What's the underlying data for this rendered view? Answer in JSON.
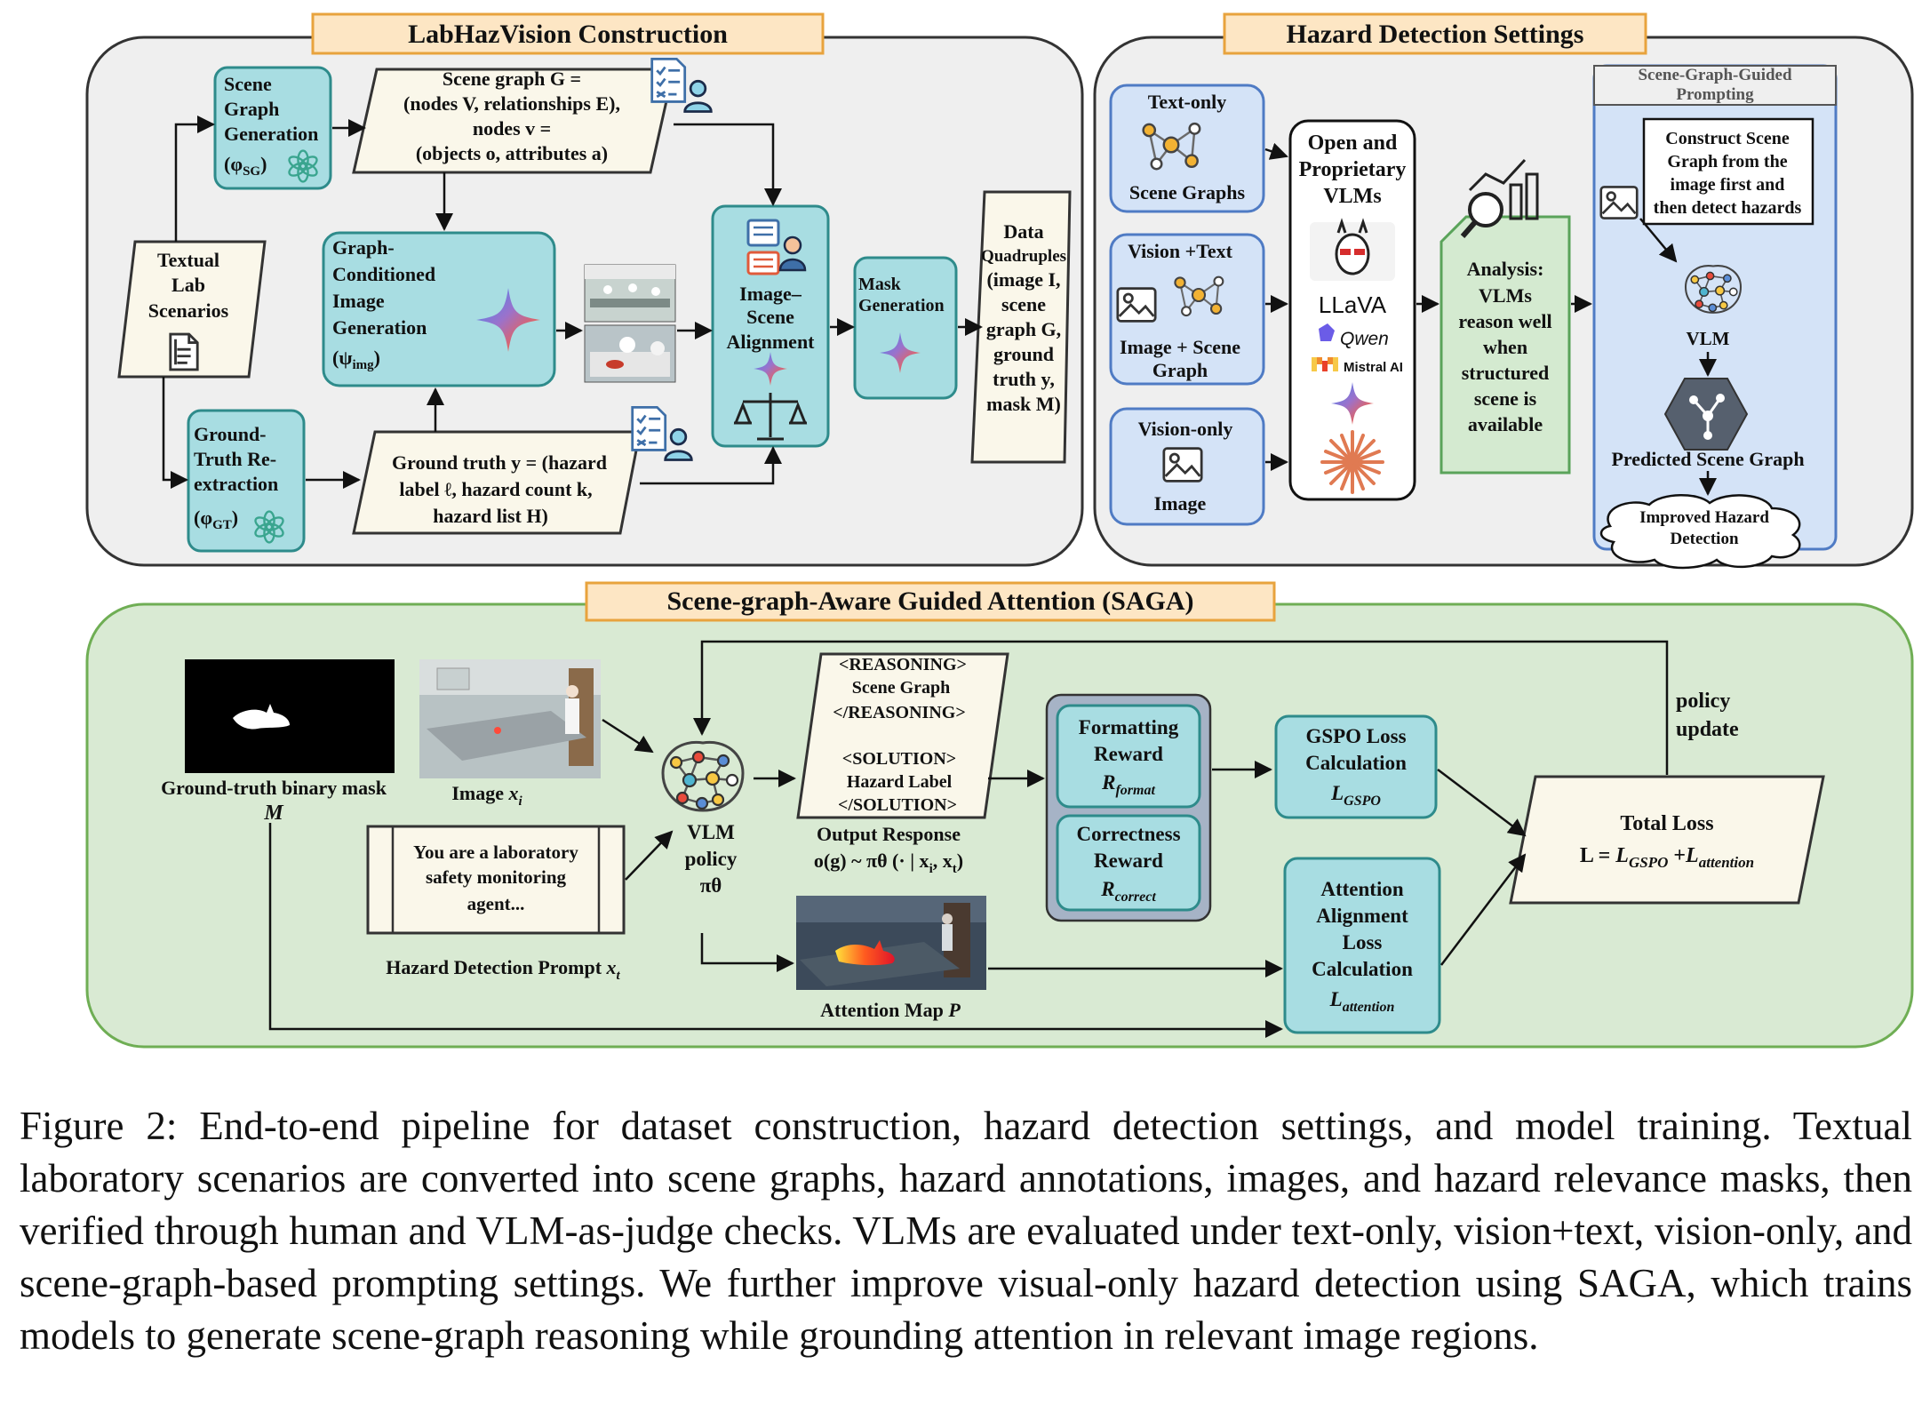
{
  "panels": {
    "construction": {
      "title": "LabHazVision Construction"
    },
    "settings": {
      "title": "Hazard Detection Settings"
    },
    "saga": {
      "title": "Scene-graph-Aware Guided Attention (SAGA)"
    }
  },
  "construction": {
    "textual": [
      "Textual",
      "Lab",
      "Scenarios"
    ],
    "sg_gen": [
      "Scene",
      "Graph",
      "Generation"
    ],
    "sg_gen_phi": "(φ",
    "sg_gen_sub": "SG",
    "sg_gen_close": ")",
    "scene_graph_def": [
      "Scene graph G =",
      "(nodes V, relationships E),",
      "nodes v =",
      "(objects o, attributes a)"
    ],
    "img_gen": [
      "Graph-",
      "Conditioned",
      "Image",
      "Generation"
    ],
    "img_gen_psi": "(ψ",
    "img_gen_sub": "img",
    "img_gen_close": ")",
    "gt_re": [
      "Ground-",
      "Truth Re-",
      "extraction"
    ],
    "gt_phi": "(φ",
    "gt_sub": "GT",
    "gt_close": ")",
    "gt_def": [
      "Ground truth y = (hazard",
      "label ℓ, hazard count k,",
      "hazard list H)"
    ],
    "alignment": [
      "Image–",
      "Scene",
      "Alignment"
    ],
    "mask_gen": [
      "Mask",
      "Generation"
    ],
    "data_quad": [
      "Data",
      "Quadruples",
      "(image I,",
      "scene",
      "graph G,",
      "ground",
      "truth y,",
      "mask M)"
    ]
  },
  "settings": {
    "text_only": "Text-only",
    "scene_graphs": "Scene Graphs",
    "vision_text": "Vision +Text",
    "image_scene_graph": [
      "Image + Scene",
      "Graph"
    ],
    "vision_only": "Vision-only",
    "image": "Image",
    "vlms": [
      "Open and",
      "Proprietary",
      "VLMs"
    ],
    "llava": "LLaVA",
    "qwen": "Qwen",
    "mistral": "Mistral AI",
    "analysis": [
      "Analysis:",
      "VLMs",
      "reason well",
      "when",
      "structured",
      "scene is",
      "available"
    ],
    "sgg_title": [
      "Scene-Graph-Guided",
      "Prompting"
    ],
    "construct": [
      "Construct Scene",
      "Graph from the",
      "image first  and",
      "then detect hazards"
    ],
    "vlm": "VLM",
    "predicted": "Predicted Scene Graph",
    "improved": [
      "Improved Hazard",
      "Detection"
    ]
  },
  "saga": {
    "gt_mask": "Ground-truth binary mask",
    "gt_mask_sym": "M",
    "image_label": "Image ",
    "image_sym": "x",
    "image_sub": "i",
    "prompt_text": [
      "You are a laboratory",
      "safety monitoring",
      "agent..."
    ],
    "prompt_label": "Hazard Detection Prompt ",
    "prompt_sym": "x",
    "prompt_sub": "t",
    "vlm_policy": [
      "VLM",
      "policy",
      "πθ"
    ],
    "output_lines": [
      "<REASONING>",
      "Scene Graph",
      "</REASONING>",
      "<SOLUTION>",
      "Hazard Label",
      "</SOLUTION>"
    ],
    "output_label": "Output Response",
    "output_formula_a": "o(g) ~ πθ (· | x",
    "output_formula_b": "i",
    "output_formula_c": ", x",
    "output_formula_d": "t",
    "output_formula_e": ")",
    "fmt_reward": [
      "Formatting",
      "Reward"
    ],
    "fmt_sym": "R",
    "fmt_sub": "format",
    "cor_reward": [
      "Correctness",
      "Reward"
    ],
    "cor_sym": "R",
    "cor_sub": "correct",
    "gspo": [
      "GSPO Loss",
      "Calculation"
    ],
    "gspo_sym": "L",
    "gspo_sub": "GSPO",
    "attn_loss": [
      "Attention",
      "Alignment",
      "Loss",
      "Calculation"
    ],
    "attn_sym": "L",
    "attn_sub": "attention",
    "total_loss": "Total Loss",
    "total_eq_a": "L = ",
    "total_eq_b": "L",
    "total_eq_c": "GSPO",
    "total_eq_d": " +",
    "total_eq_e": "L",
    "total_eq_f": "attention",
    "policy_update": [
      "policy",
      "update"
    ],
    "attn_map": "Attention Map ",
    "attn_map_sym": "P"
  },
  "caption": "Figure 2: End-to-end pipeline for dataset construction, hazard detection settings, and model training. Textual laboratory scenarios are converted into scene graphs, hazard annotations, images, and hazard relevance masks, then verified through human and VLM-as-judge checks. VLMs are evaluated under text-only, vision+text, vision-only, and scene-graph-based prompting settings. We further improve visual-only hazard detection using SAGA, which trains models to generate scene-graph reasoning while grounding attention in relevant image regions.",
  "colors": {
    "panel_gray": "#efefef",
    "panel_green": "#d9ead3",
    "teal": "#a8dde2",
    "teal_border": "#2e8b8b",
    "blue": "#d4e3f7",
    "blue_border": "#4f7bc4",
    "cream": "#faf7ea",
    "title_bg": "#fde6c4",
    "title_border": "#e8a33d",
    "analysis_green": "#d4ead0"
  }
}
